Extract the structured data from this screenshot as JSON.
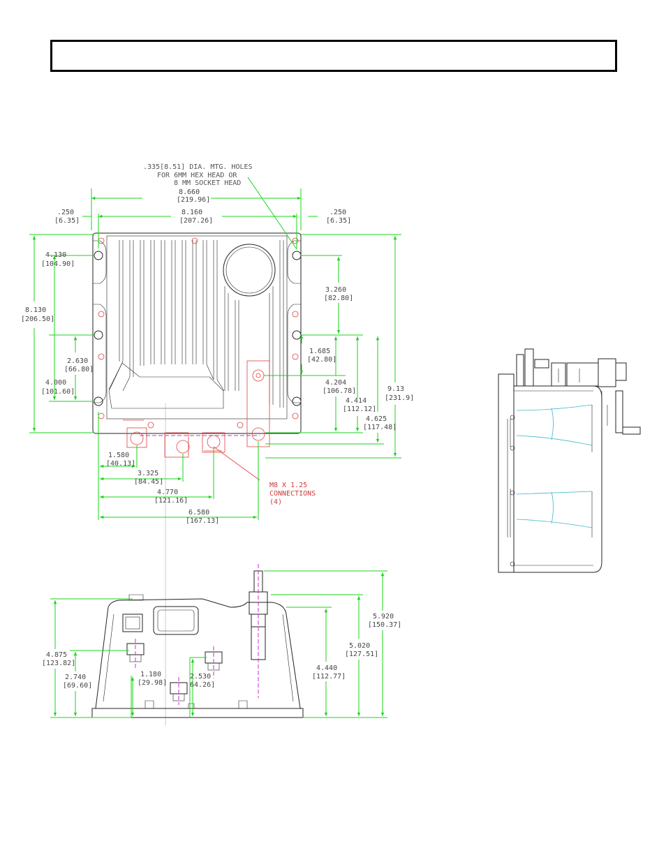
{
  "title_box": {
    "text": ""
  },
  "colors": {
    "dimension": "#19d419",
    "outline": "#222222",
    "connection": "#e04040",
    "centerline": "#cc2fcc",
    "fin": "#39b6c8"
  },
  "top_view": {
    "mounting_note": [
      ".335[8.51] DIA. MTG. HOLES",
      "FOR 6MM HEX HEAD OR",
      "8 MM SOCKET HEAD"
    ],
    "overall_width": {
      "value": "8.660",
      "metric": "[219.96]"
    },
    "hole_spacing_width": {
      "value": "8.160",
      "metric": "[207.26]"
    },
    "left_offset": {
      "value": ".250",
      "metric": "[6.35]"
    },
    "right_offset": {
      "value": ".250",
      "metric": "[6.35]"
    },
    "left_dims": [
      {
        "value": "4.130",
        "metric": "[104.90]"
      },
      {
        "value": "8.130",
        "metric": "[206.50]"
      },
      {
        "value": "2.630",
        "metric": "[66.80]"
      },
      {
        "value": "4.000",
        "metric": "[101.60]"
      }
    ],
    "right_dims": [
      {
        "value": "3.260",
        "metric": "[82.80]"
      },
      {
        "value": "1.685",
        "metric": "[42.80]"
      },
      {
        "value": "4.204",
        "metric": "[106.78]"
      },
      {
        "value": "4.414",
        "metric": "[112.12]"
      },
      {
        "value": "4.625",
        "metric": "[117.48]"
      },
      {
        "value": "9.13",
        "metric": "[231.9]"
      }
    ],
    "bottom_dims": [
      {
        "value": "1.580",
        "metric": "[40.13]"
      },
      {
        "value": "3.325",
        "metric": "[84.45]"
      },
      {
        "value": "4.770",
        "metric": "[121.16]"
      },
      {
        "value": "6.580",
        "metric": "[167.13]"
      }
    ],
    "connection_note": [
      "M8 X 1.25",
      "CONNECTIONS",
      "(4)"
    ]
  },
  "front_view": {
    "left_dims": [
      {
        "value": "4.875",
        "metric": "[123.82]"
      },
      {
        "value": "2.740",
        "metric": "[69.60]"
      }
    ],
    "inner_dims": [
      {
        "value": "1.180",
        "metric": "[29.98]"
      },
      {
        "value": "2.530",
        "metric": "64.26]"
      }
    ],
    "right_dims": [
      {
        "value": "4.440",
        "metric": "[112.77]"
      },
      {
        "value": "5.020",
        "metric": "[127.51]"
      },
      {
        "value": "5.920",
        "metric": "[150.37]"
      }
    ]
  }
}
